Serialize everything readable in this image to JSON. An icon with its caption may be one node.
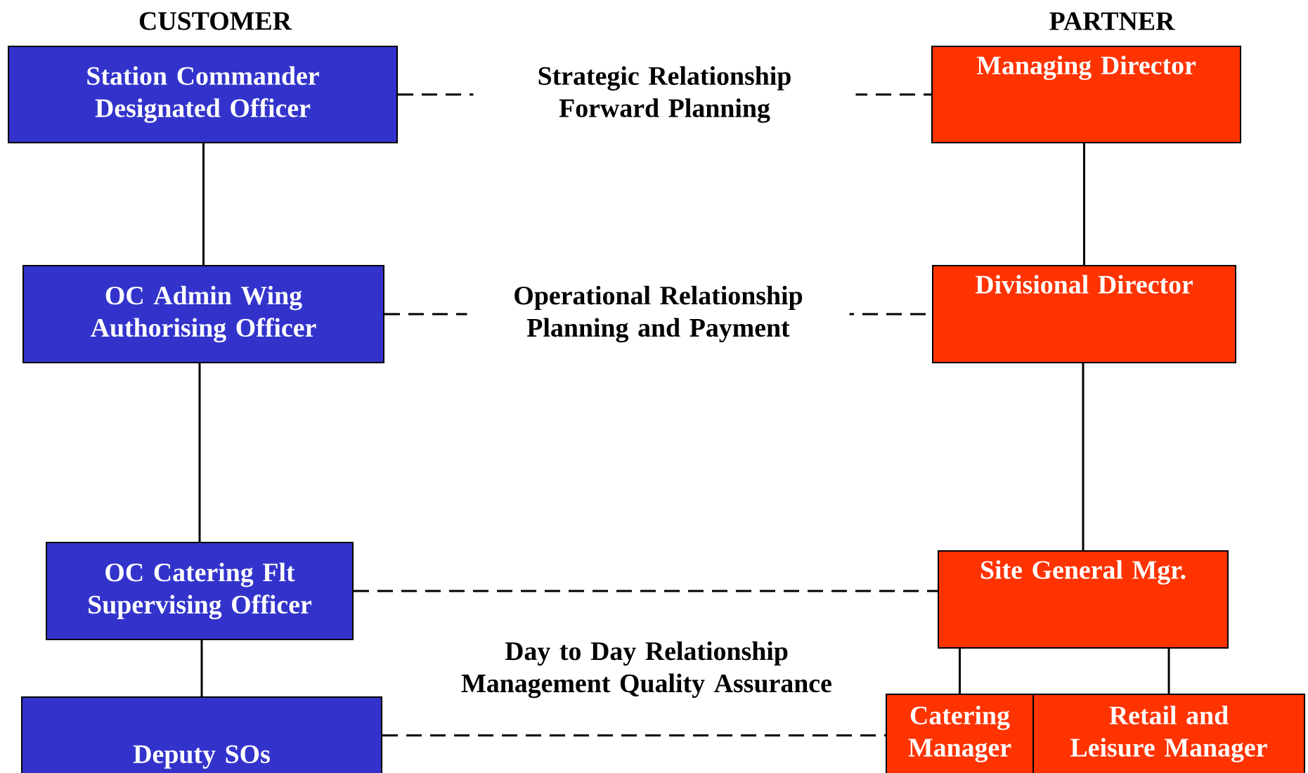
{
  "diagram": {
    "nodes": [
      {
        "text": [
          "Station Commander Designated Officer"
        ]
      },
      {
        "text": [
          "Managing Director"
        ]
      },
      {
        "text": [
          "OC Admin Wing Authorising Officer"
        ]
      },
      {
        "text": [
          "Divisional Director"
        ]
      },
      {
        "text": [
          "OC Catering Flt Supervising Officer"
        ]
      },
      {
        "text": [
          "Site General Mgr."
        ]
      },
      {
        "text": [
          "Deputy SOs"
        ]
      },
      {
        "text": [
          "Catering Manager"
        ]
      },
      {
        "text": [
          "Retail and Leisure Manager"
        ]
      }
    ],
    "edges": [
      {
        "from": 0,
        "to": 1,
        "arrow": "none",
        "style": "dashed",
        "label": "Strategic Relationship Forward Planning"
      },
      {
        "from": 2,
        "to": 3,
        "arrow": "none",
        "style": "dashed",
        "label": "Operational Relationship Planning and Payment"
      },
      {
        "from": 4,
        "to": 5,
        "arrow": "none",
        "style": "dashed"
      },
      {
        "from": 6,
        "to": 7,
        "arrow": "none",
        "style": "dashed"
      },
      {
        "from": 0,
        "to": 2,
        "arrow": "none"
      },
      {
        "from": 2,
        "to": 4,
        "arrow": "none"
      },
      {
        "from": 4,
        "to": 6,
        "arrow": "none"
      },
      {
        "from": 1,
        "to": 3,
        "arrow": "none"
      },
      {
        "from": 3,
        "to": 5,
        "arrow": "none"
      },
      {
        "from": 5,
        "to": 7,
        "arrow": "none"
      },
      {
        "from": 5,
        "to": 8,
        "arrow": "none"
      }
    ],
    "labels": [
      "CUSTOMER",
      "PARTNER",
      "Day to Day Relationship Management Quality Assurance"
    ]
  }
}
